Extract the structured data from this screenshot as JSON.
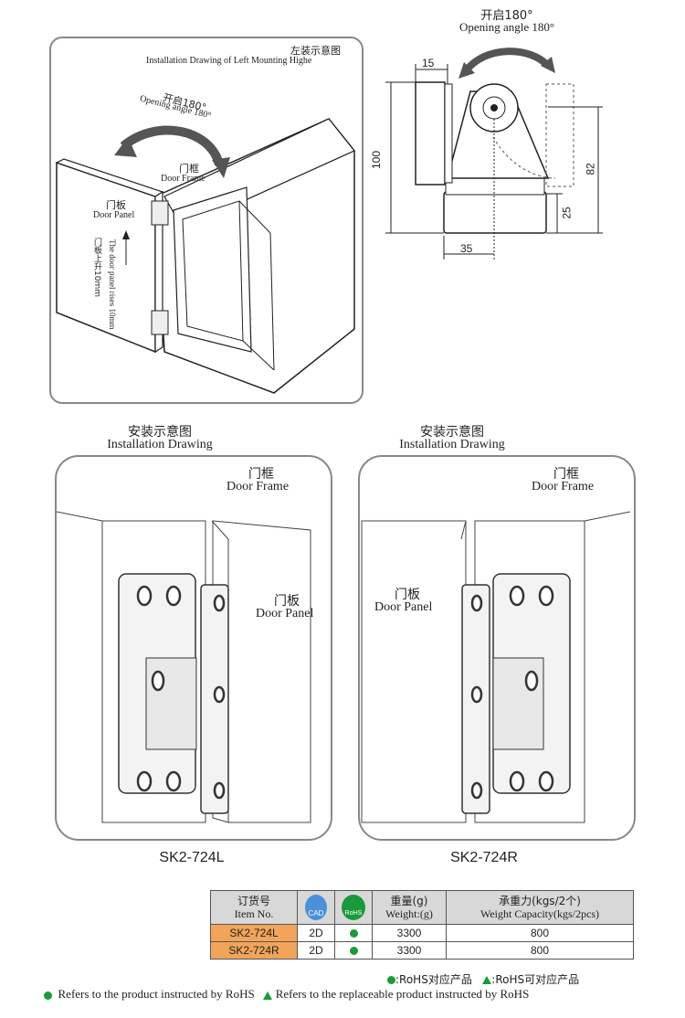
{
  "top_left": {
    "title_cn": "左装示意图",
    "title_en": "Installation Drawing of Left Mounting Highe",
    "opening_cn": "开启180°",
    "opening_en": "Opening angle 180°",
    "frame_cn": "门框",
    "frame_en": "Door Frame",
    "panel_cn": "门板",
    "panel_en": "Door Panel",
    "rise_cn": "门板上升10mm",
    "rise_en": "The door panel rises 10mm"
  },
  "top_right": {
    "opening_cn": "开启180°",
    "opening_en": "Opening angle 180°",
    "dims": {
      "d15": "15",
      "d100": "100",
      "d82": "82",
      "d25": "25",
      "d35": "35"
    }
  },
  "left_install": {
    "title_cn": "安装示意图",
    "title_en": "Installation Drawing",
    "frame_cn": "门框",
    "frame_en": "Door Frame",
    "panel_cn": "门板",
    "panel_en": "Door Panel",
    "model": "SK2-724L"
  },
  "right_install": {
    "title_cn": "安装示意图",
    "title_en": "Installation Drawing",
    "frame_cn": "门框",
    "frame_en": "Door Frame",
    "panel_cn": "门板",
    "panel_en": "Door Panel",
    "model": "SK2-724R"
  },
  "table": {
    "h_item_cn": "订货号",
    "h_item_en": "Item No.",
    "cad_label": "CAD",
    "rohs_label": "RoHS",
    "h_weight_cn": "重量(g)",
    "h_weight_en": "Weight:(g)",
    "h_cap_cn": "承重力(kgs/2个)",
    "h_cap_en": "Weight Capacity(kgs/2pcs)",
    "rows": [
      {
        "item": "SK2-724L",
        "cad": "2D",
        "weight": "3300",
        "capacity": "800"
      },
      {
        "item": "SK2-724R",
        "cad": "2D",
        "weight": "3300",
        "capacity": "800"
      }
    ],
    "legend_rohs_cn": ":RoHS对应产品",
    "legend_replace_cn": ":RoHS可对应产品",
    "legend_rohs_en": "Refers to the product instructed by RoHS",
    "legend_replace_en": "Refers to the replaceable product instructed by RoHS"
  },
  "colors": {
    "accent": "#f2a55a",
    "rohs_green": "#1a9a3a",
    "border": "#888888"
  }
}
